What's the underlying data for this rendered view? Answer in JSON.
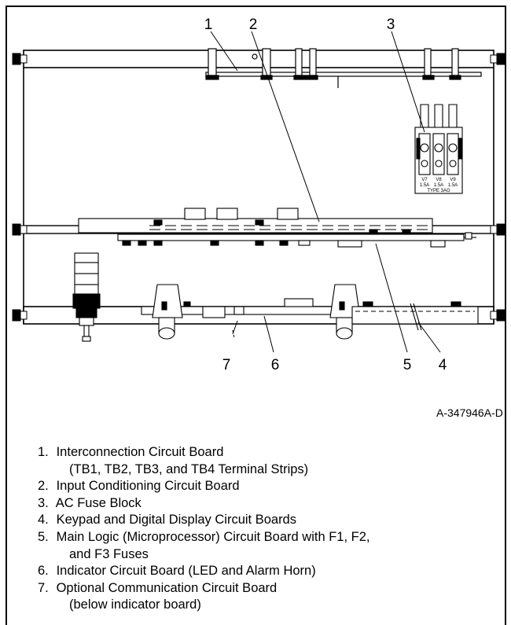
{
  "callouts": [
    "1",
    "2",
    "3",
    "4",
    "5",
    "6",
    "7"
  ],
  "fuse_labels": {
    "fuses": [
      {
        "id": "V7",
        "rating": "1.5A"
      },
      {
        "id": "V8",
        "rating": "1.5A"
      },
      {
        "id": "V9",
        "rating": "1.5A"
      }
    ],
    "type": "TYPE 3AG"
  },
  "drawing_number": "A-347946A-D",
  "legend": [
    {
      "num": "1.",
      "text": "Interconnection Circuit Board",
      "cont": "(TB1, TB2, TB3, and TB4 Terminal Strips)"
    },
    {
      "num": "2.",
      "text": "Input Conditioning Circuit Board",
      "cont": ""
    },
    {
      "num": "3.",
      "text": "AC Fuse Block",
      "cont": ""
    },
    {
      "num": "4.",
      "text": "Keypad and Digital Display Circuit Boards",
      "cont": ""
    },
    {
      "num": "5.",
      "text": "Main Logic (Microprocessor) Circuit Board with F1, F2,",
      "cont": "and F3 Fuses"
    },
    {
      "num": "6.",
      "text": "Indicator Circuit Board (LED and Alarm Horn)",
      "cont": ""
    },
    {
      "num": "7.",
      "text": "Optional Communication Circuit Board",
      "cont": "(below indicator board)"
    }
  ]
}
